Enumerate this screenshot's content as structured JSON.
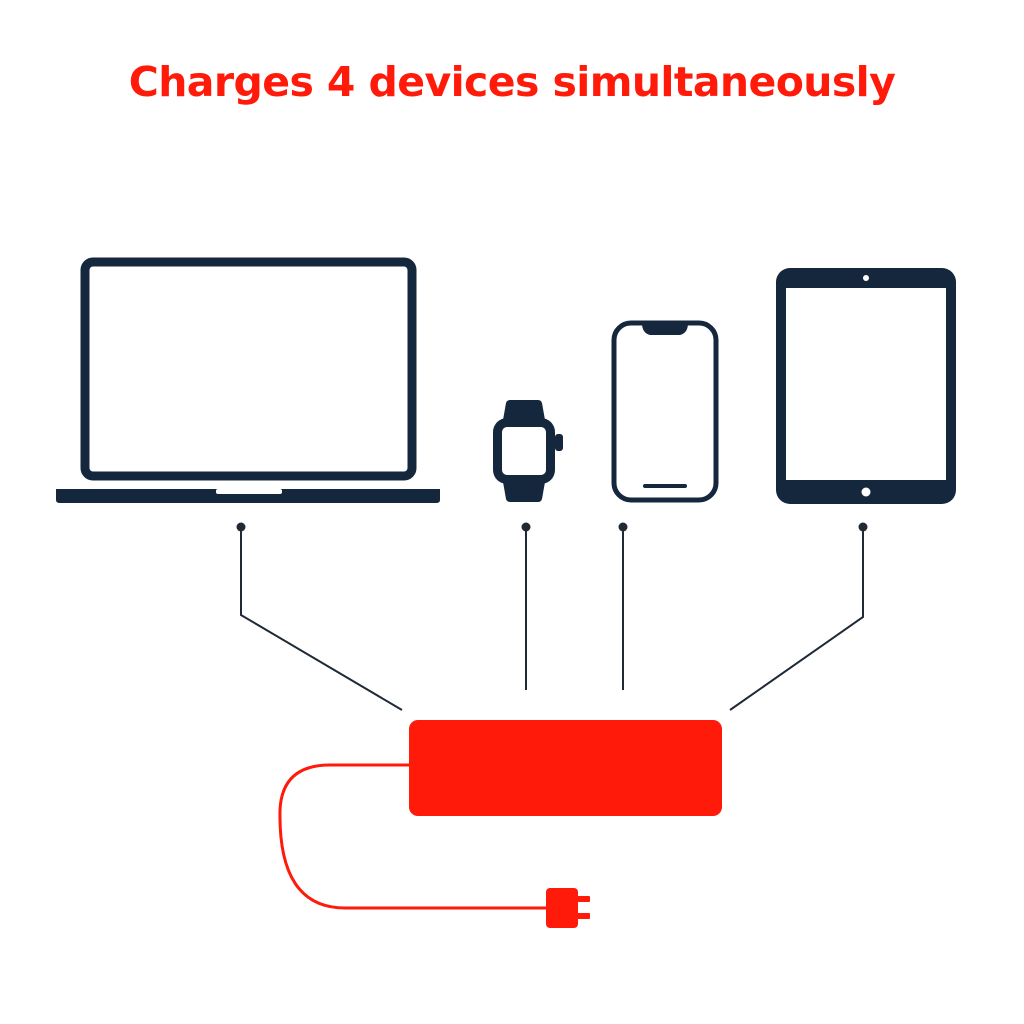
{
  "headline": "Charges 4 devices simultaneously",
  "colors": {
    "accent": "#ff1a0a",
    "icon": "#14273d",
    "line": "#1f2a36",
    "screen": "#ffffff"
  },
  "devices": [
    {
      "name": "laptop",
      "icon": "laptop-icon"
    },
    {
      "name": "smartwatch",
      "icon": "smartwatch-icon"
    },
    {
      "name": "smartphone",
      "icon": "smartphone-icon"
    },
    {
      "name": "tablet",
      "icon": "tablet-icon"
    }
  ],
  "hub": {
    "icon": "charging-hub"
  },
  "cable": {
    "icon": "power-plug-icon"
  }
}
